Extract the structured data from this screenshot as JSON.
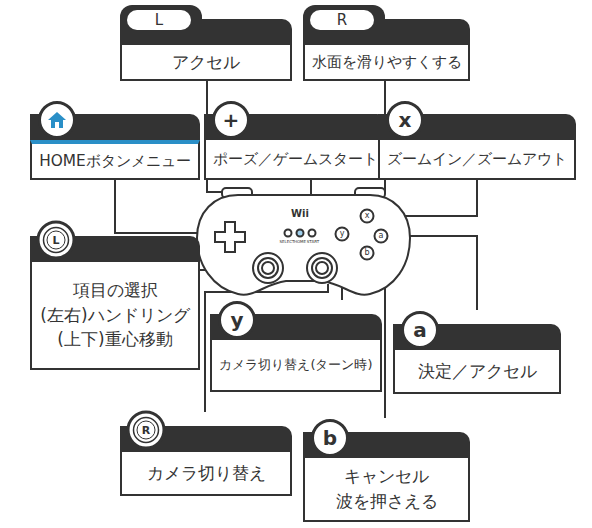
{
  "diagram": {
    "nodes": [
      {
        "text": [
          "L",
          "アクセル"
        ]
      },
      {
        "text": [
          "R",
          "水面を滑りやすくする"
        ]
      },
      {
        "text": [
          "HOMEボタンメニュー"
        ]
      },
      {
        "text": [
          "+",
          "ポーズ／ゲームスタート"
        ]
      },
      {
        "text": [
          "x",
          "ズームイン／ズームアウト"
        ]
      },
      {
        "text": [
          "L",
          "項目の選択",
          "(左右)ハンドリング",
          "(上下)重心移動"
        ]
      },
      {
        "text": [
          "y",
          "カメラ切り替え(ターン時)"
        ]
      },
      {
        "text": [
          "a",
          "決定／アクセル"
        ]
      },
      {
        "text": [
          "R",
          "カメラ切り替え"
        ]
      },
      {
        "text": [
          "b",
          "キャンセル",
          "波を押さえる"
        ]
      }
    ],
    "labels": [
      "Wii",
      "SELECT",
      "HOME",
      "START",
      "x",
      "a",
      "y",
      "b"
    ]
  }
}
